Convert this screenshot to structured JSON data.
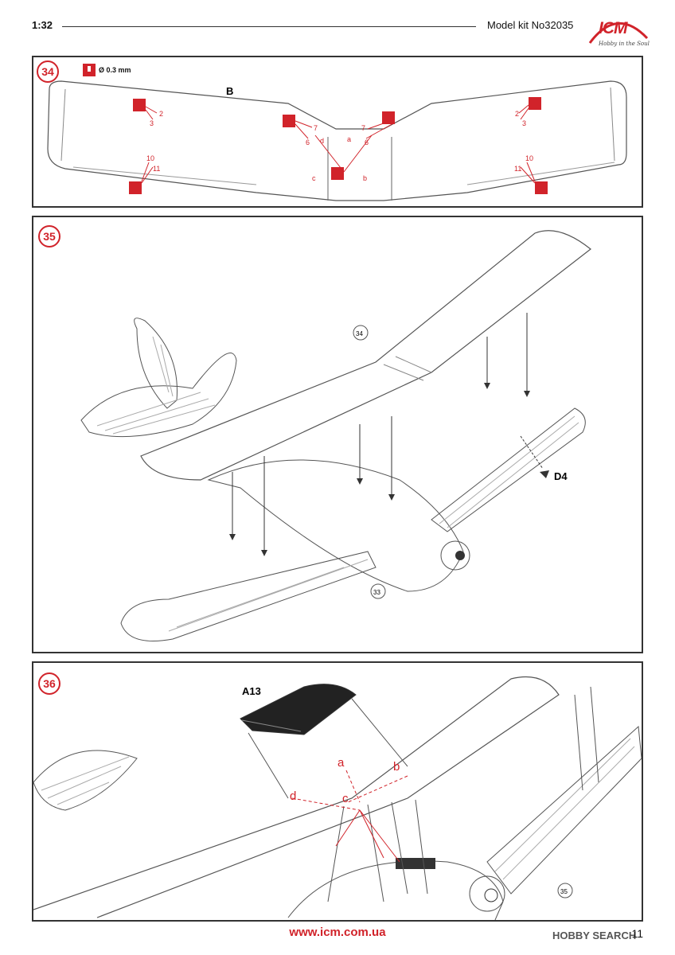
{
  "header": {
    "scale": "1:32",
    "kit_label": "Model kit No32035",
    "brand": "ICM",
    "slogan": "Hobby in the Soul"
  },
  "step34": {
    "number": "34",
    "drill_note": "Ø 0.3 mm",
    "part_label": "B",
    "hole_labels": [
      "2",
      "3",
      "7",
      "6",
      "7",
      "6",
      "a",
      "d",
      "c",
      "b",
      "10",
      "11",
      "2",
      "3",
      "10",
      "11"
    ]
  },
  "step35": {
    "number": "35",
    "callouts": [
      "34",
      "33"
    ],
    "part_label": "D4"
  },
  "step36": {
    "number": "36",
    "part_label": "A13",
    "points": [
      "a",
      "b",
      "c",
      "d"
    ],
    "callout": "35"
  },
  "footer": {
    "url": "www.icm.com.ua",
    "page_number": "11",
    "watermark": "HOBBY SEARCH"
  },
  "colors": {
    "accent": "#d1232a",
    "line": "#333333"
  }
}
